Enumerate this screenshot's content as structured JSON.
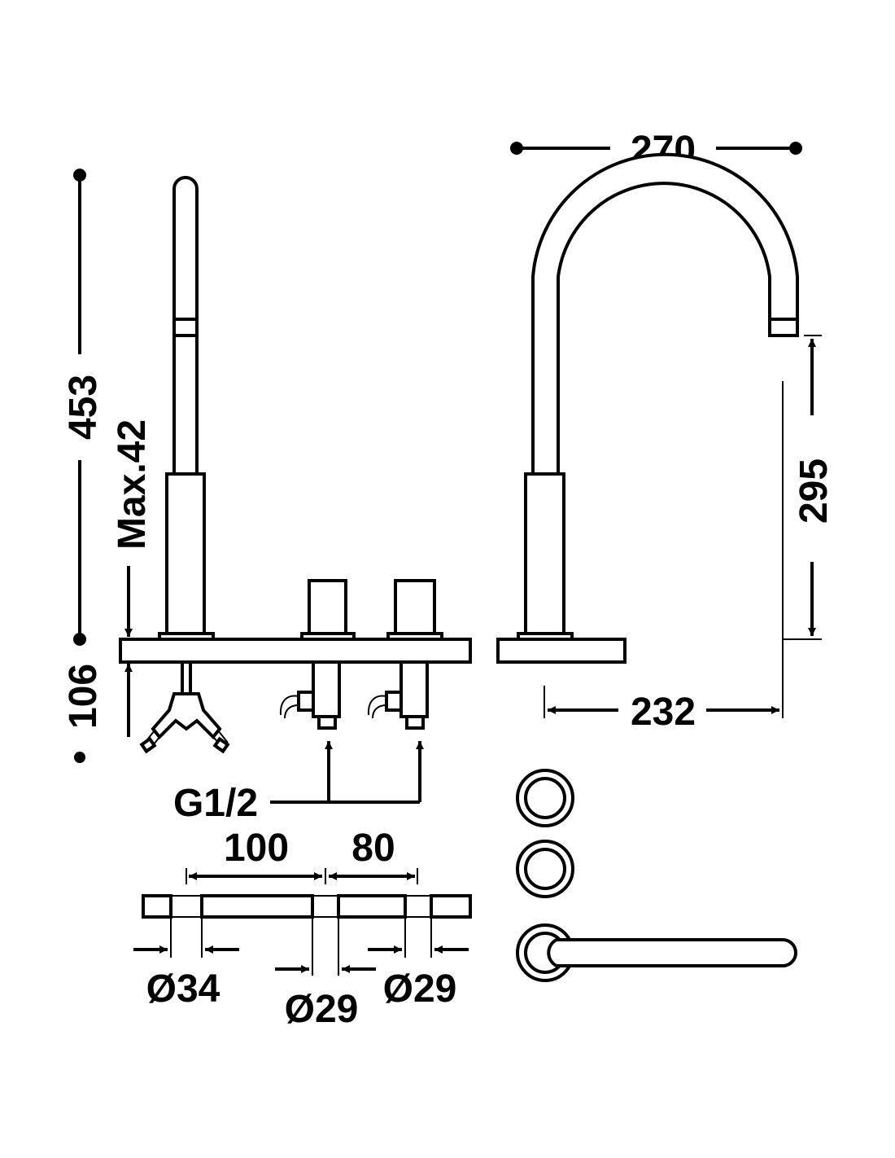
{
  "dimensions": {
    "spout_reach": "270",
    "total_height": "453",
    "deck_thickness_max": "Max.42",
    "below_deck": "106",
    "spout_outlet_height": "295",
    "spout_projection": "232",
    "connection_thread": "G1/2",
    "spacing_left": "100",
    "spacing_right": "80",
    "hole_diameter_spout": "Ø34",
    "hole_diameter_center": "Ø29",
    "hole_diameter_right": "Ø29"
  },
  "colors": {
    "line": "#000000",
    "background": "#ffffff"
  }
}
